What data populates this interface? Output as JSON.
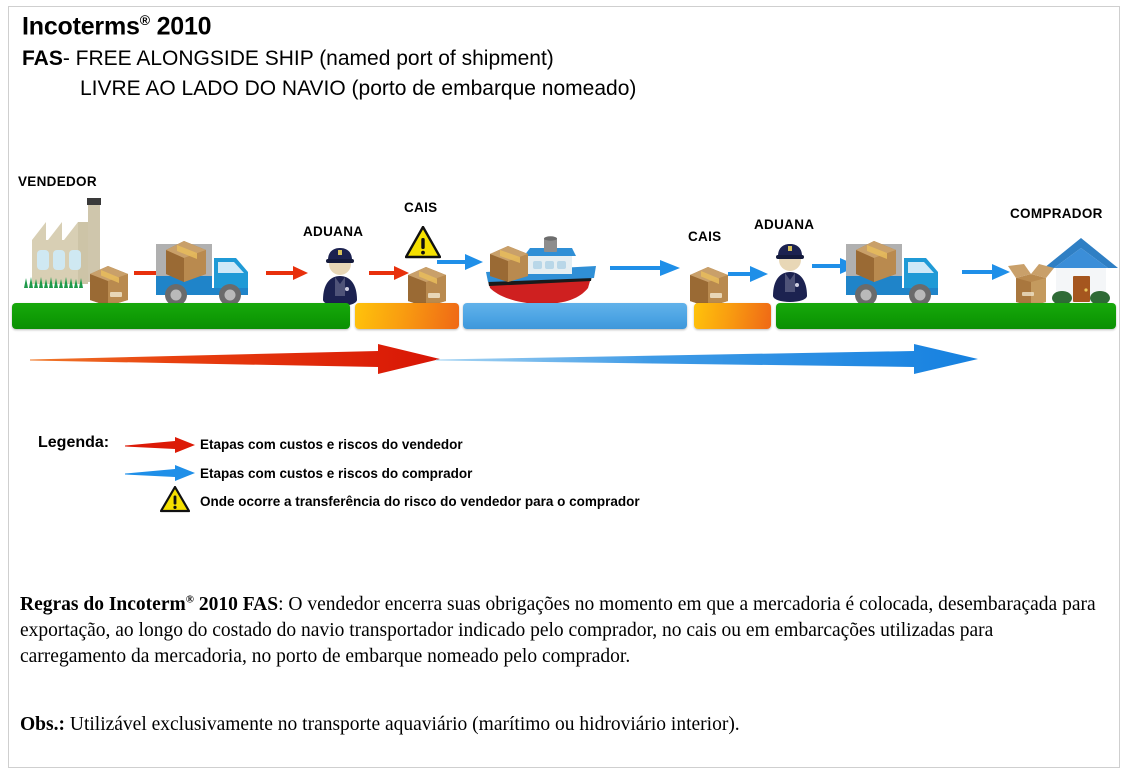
{
  "header": {
    "title": "Incoterms",
    "title_sup": "®",
    "title_year": "2010",
    "code": "FAS",
    "code_en": "- FREE ALONGSIDE SHIP (named port of shipment)",
    "code_pt": "LIVRE AO LADO DO NAVIO (porto de embarque nomeado)"
  },
  "diagram": {
    "labels": {
      "seller": "VENDEDOR",
      "customs_export": "ADUANA",
      "quay_export": "CAIS",
      "quay_import": "CAIS",
      "customs_import": "ADUANA",
      "buyer": "COMPRADOR"
    },
    "segments": [
      {
        "name": "seller-land-leg",
        "color": "#0f9c05"
      },
      {
        "name": "export-customs",
        "color": "#f99d10"
      },
      {
        "name": "sea-leg",
        "color": "#4ba3e3"
      },
      {
        "name": "import-customs",
        "color": "#f99d10"
      },
      {
        "name": "buyer-land-leg",
        "color": "#0f9c05"
      }
    ],
    "cost_arrows": {
      "seller_color": "#e01b0c",
      "buyer_color": "#1f8fe8"
    }
  },
  "legend": {
    "title": "Legenda:",
    "items": [
      {
        "icon": "red-arrow-icon",
        "text": "Etapas com custos e riscos do vendedor"
      },
      {
        "icon": "blue-arrow-icon",
        "text": "Etapas com custos e riscos do comprador"
      },
      {
        "icon": "warning-triangle-icon",
        "text": "Onde ocorre a transferência do risco do vendedor para o comprador"
      }
    ]
  },
  "body": {
    "rules_label": "Regras do Incoterm",
    "rules_sup": "®",
    "rules_label2": " 2010 FAS",
    "rules_text": ": O vendedor encerra suas obrigações no momento em que a mercadoria é colocada, desembaraçada para exportação, ao longo do costado do navio transportador indicado pelo comprador, no cais ou em embarcações utilizadas para carregamento da mercadoria, no porto de embarque nomeado pelo comprador.",
    "obs_label": "Obs.:",
    "obs_text": " Utilizável exclusivamente no transporte aquaviário (marítimo ou hidroviário interior)."
  }
}
